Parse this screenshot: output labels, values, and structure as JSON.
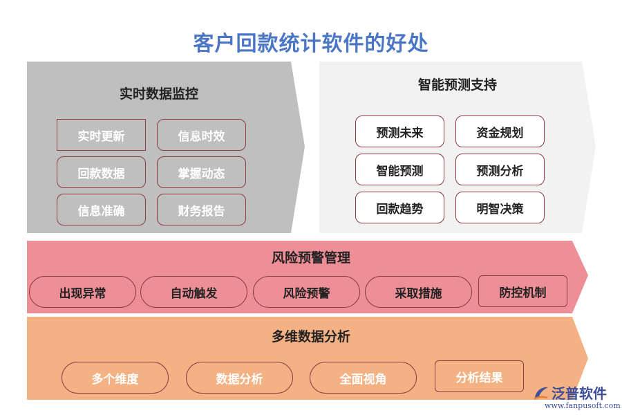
{
  "title": "客户回款统计软件的好处",
  "colors": {
    "title": "#4a76c5",
    "gray_panel": "#bfbfbf",
    "light_panel": "#f2f2f2",
    "pink_band": "#ee8f97",
    "orange_band": "#f4b183",
    "outline": "#8b3a46",
    "logo": "#3d4f9a",
    "logo_accent": "#e8812b"
  },
  "realtime": {
    "title": "实时数据监控",
    "items": [
      "实时更新",
      "信息时效",
      "回款数据",
      "掌握动态",
      "信息准确",
      "财务报告"
    ]
  },
  "forecast": {
    "title": "智能预测支持",
    "items": [
      "预测未来",
      "资金规划",
      "智能预测",
      "预测分析",
      "回款趋势",
      "明智决策"
    ]
  },
  "risk": {
    "title": "风险预警管理",
    "items": [
      "出现异常",
      "自动触发",
      "风险预警",
      "采取措施",
      "防控机制"
    ]
  },
  "analysis": {
    "title": "多维数据分析",
    "items": [
      "多个维度",
      "数据分析",
      "全面视角",
      "分析结果"
    ]
  },
  "watermark": "泛普软件",
  "logo": {
    "icon": "fanpu-logo-icon",
    "name": "泛普软件",
    "url": "www.fanpusoft.com"
  }
}
